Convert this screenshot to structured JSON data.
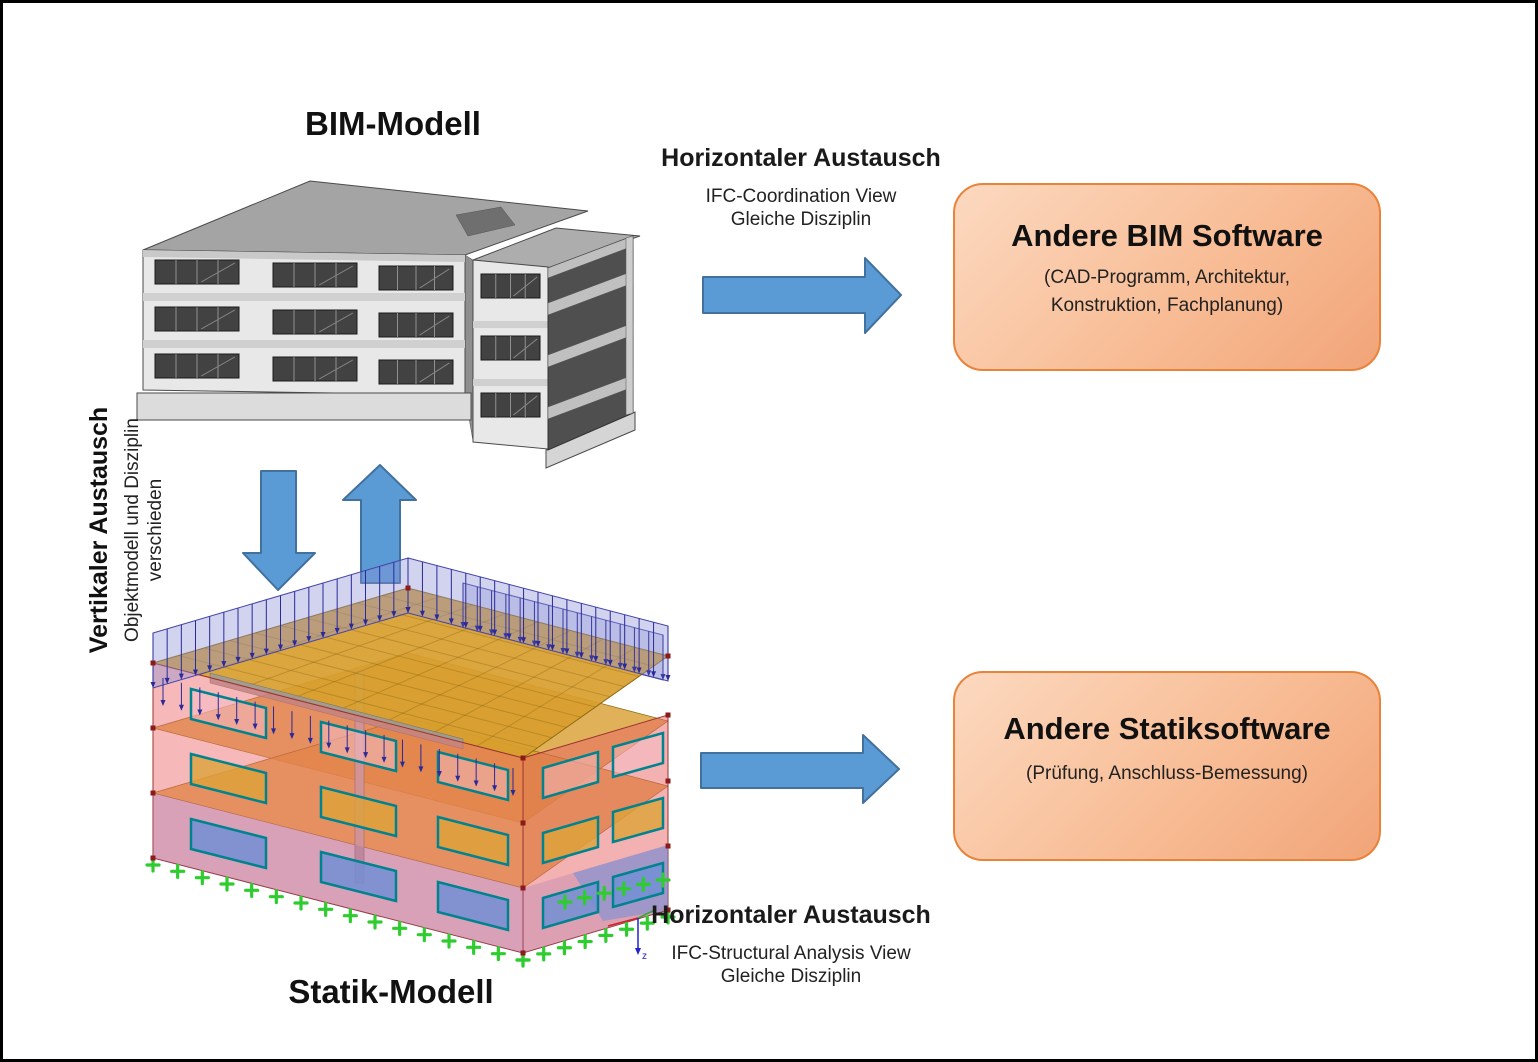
{
  "bim_model": {
    "title": "BIM-Modell"
  },
  "statik_model": {
    "title": "Statik-Modell",
    "axis_label_z": "z"
  },
  "horizontal_exchange_top": {
    "title": "Horizontaler Austausch",
    "line1": "IFC-Coordination View",
    "line2": "Gleiche Disziplin"
  },
  "horizontal_exchange_bottom": {
    "title": "Horizontaler Austausch",
    "line1": "IFC-Structural Analysis View",
    "line2": "Gleiche Disziplin"
  },
  "vertical_exchange": {
    "title": "Vertikaler Austausch",
    "line1": "Objektmodell und Disziplin",
    "line2": "verschieden"
  },
  "box_bim_software": {
    "title": "Andere BIM Software",
    "subtitle_line1": "(CAD-Programm, Architektur,",
    "subtitle_line2": "Konstruktion, Fachplanung)"
  },
  "box_statik_software": {
    "title": "Andere Statiksoftware",
    "subtitle": "(Prüfung, Anschluss-Bemessung)"
  },
  "colors": {
    "arrow_fill": "#5B9BD5",
    "arrow_border": "#41719C",
    "box_gradient_top": "#FCD9C0",
    "box_gradient_bottom": "#F2A478",
    "box_border": "#E8833A",
    "bim_wall_gray": "#E8E8E8",
    "statik_wall_pink": "#E87272",
    "statik_slab_orange": "#D89E2E",
    "statik_load_lavender": "#8C91D7",
    "statik_support_green": "#2ECC2E",
    "statik_window_teal": "#00838F",
    "statik_window_blue": "#728FD4"
  }
}
